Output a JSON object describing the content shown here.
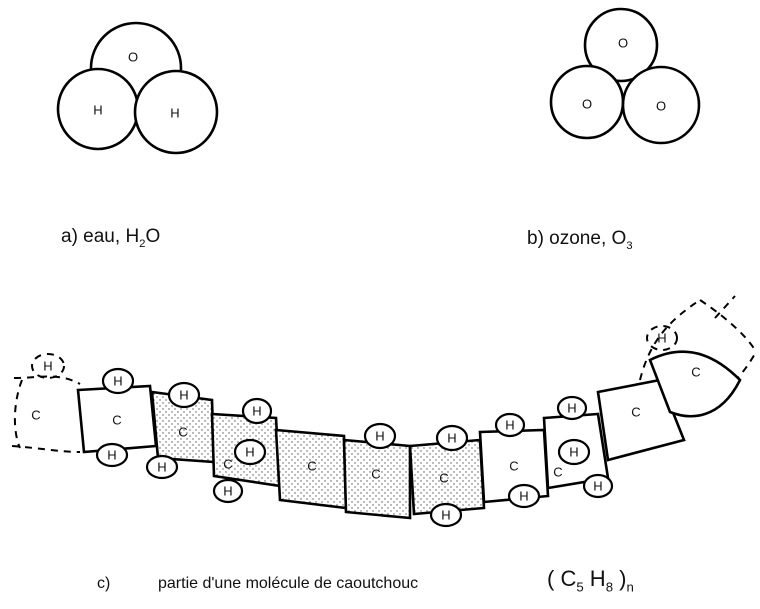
{
  "water": {
    "caption": "a) eau,",
    "formula_main": "H",
    "formula_sub": "2",
    "formula_tail": "O",
    "atoms": [
      "O",
      "H",
      "H"
    ]
  },
  "ozone": {
    "caption": "b) ozone,",
    "formula_main": "O",
    "formula_sub": "3",
    "atoms": [
      "O",
      "O",
      "O"
    ]
  },
  "rubber": {
    "letter": "c)",
    "caption": "partie d'une molécule de caoutchouc",
    "formula_open": "( C",
    "formula_sub1": "5",
    "formula_mid": "H",
    "formula_sub2": "8",
    "formula_close": ")",
    "formula_sub3": "n",
    "carbon_label": "C",
    "hydrogen_label": "H"
  }
}
